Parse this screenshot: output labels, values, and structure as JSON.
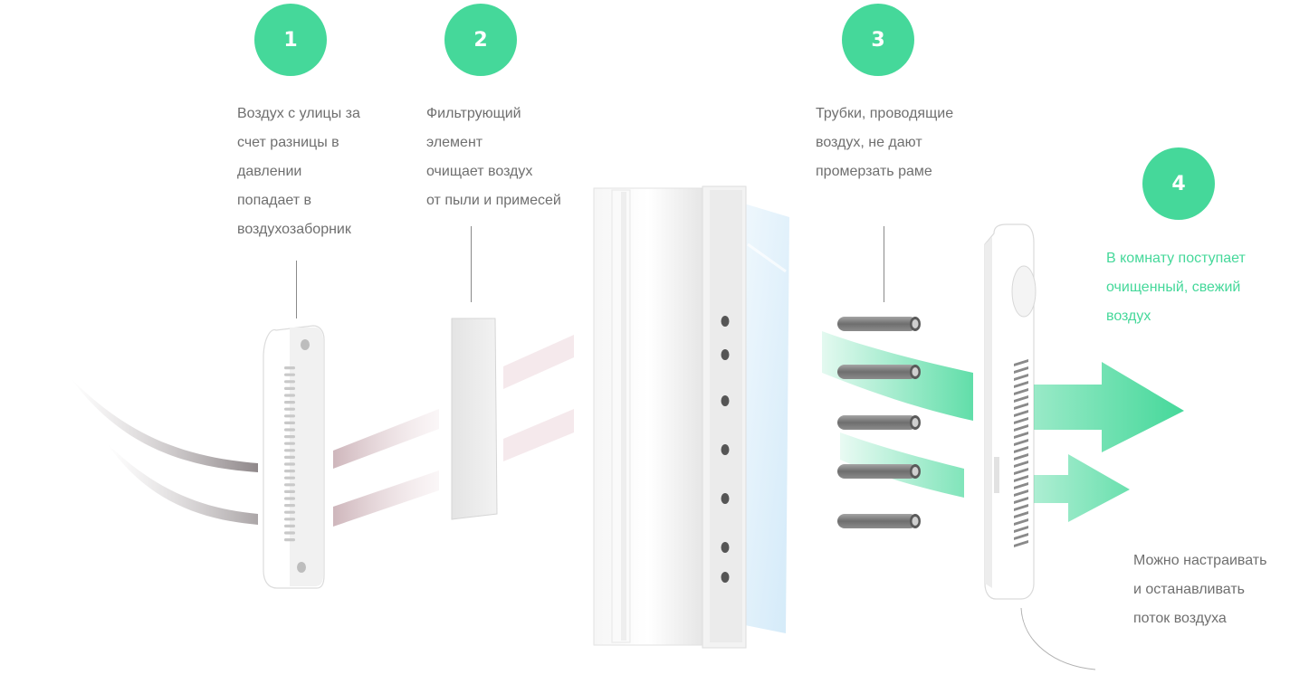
{
  "steps": [
    {
      "number": "1",
      "lines": [
        "Воздух с улицы за",
        "счет разницы в",
        "давлении",
        "попадает в",
        "воздухозаборник"
      ]
    },
    {
      "number": "2",
      "lines": [
        "Фильтрующий",
        "элемент",
        "очищает воздух",
        "от пыли и примесей"
      ]
    },
    {
      "number": "3",
      "lines": [
        "Трубки, проводящие",
        "воздух, не дают",
        "промерзать раме"
      ]
    },
    {
      "number": "4",
      "lines": [
        "В комнату поступает",
        "очищенный, свежий",
        "воздух"
      ]
    }
  ],
  "note": {
    "lines": [
      "Можно настраивать",
      "и останавливать",
      "поток воздуха"
    ]
  },
  "colors": {
    "accent": "#45d89a",
    "text": "#6f6f6f"
  }
}
